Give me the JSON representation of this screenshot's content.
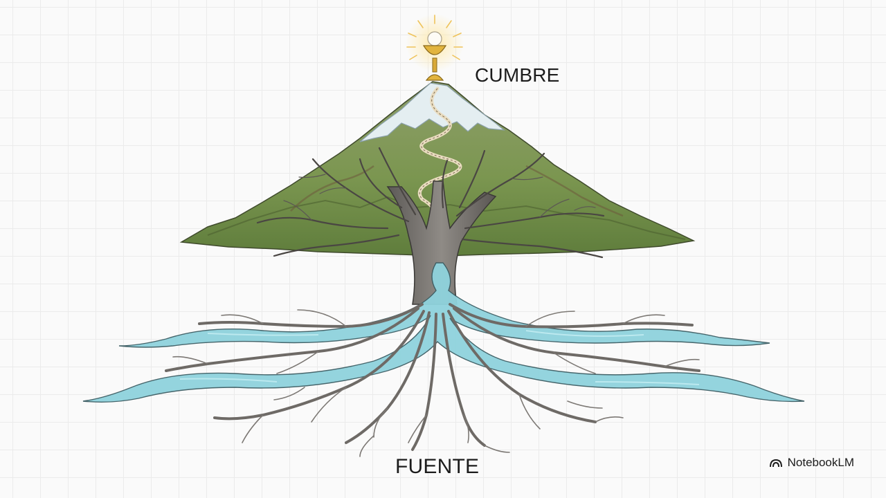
{
  "labels": {
    "top": "CUMBRE",
    "bottom": "FUENTE"
  },
  "brand": {
    "text": "NotebookLM",
    "icon": "notebooklm-logo-icon"
  },
  "illustration": {
    "elements": [
      "chalice-icon",
      "mountain",
      "tree",
      "roots",
      "river"
    ]
  },
  "colors": {
    "background": "#fafafa",
    "grid": "#ebebeb",
    "mountain": "#7d9650",
    "snow": "#e4eef1",
    "trunk": "#7a7a7a",
    "water": "#8fd3dd",
    "chalice": "#e2b43e",
    "text": "#1c1c1c"
  }
}
